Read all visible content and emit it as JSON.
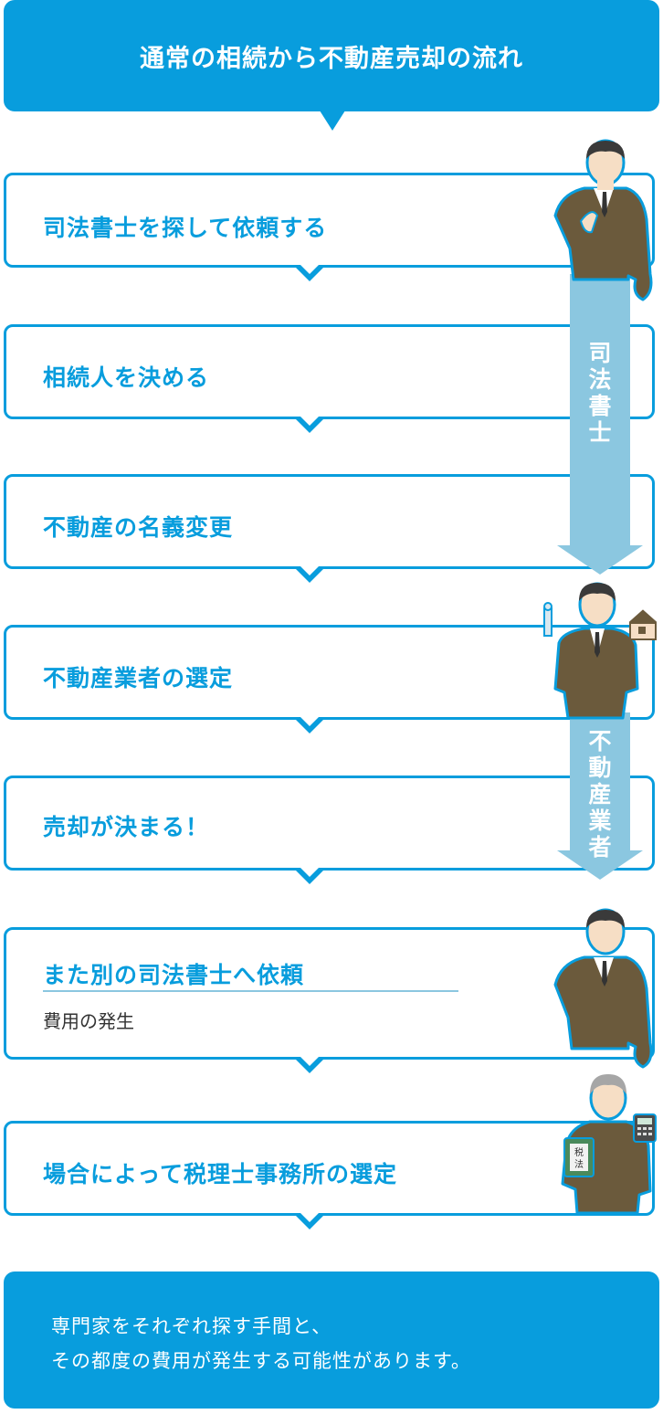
{
  "header": {
    "title": "通常の相続から不動産売却の流れ"
  },
  "steps": [
    {
      "label": "司法書士を探して依頼する"
    },
    {
      "label": "相続人を決める"
    },
    {
      "label": "不動産の名義変更"
    },
    {
      "label": "不動産業者の選定"
    },
    {
      "label": "売却が決まる！"
    },
    {
      "label": "また別の司法書士へ依頼",
      "sub": "費用の発生"
    },
    {
      "label": "場合によって税理士事務所の選定"
    }
  ],
  "arrows": {
    "shihoshoshi": {
      "label": "司法書士",
      "chars": [
        "司",
        "法",
        "書",
        "士"
      ]
    },
    "fudosan": {
      "label": "不動産業者",
      "chars": [
        "不",
        "動",
        "産",
        "業",
        "者"
      ]
    }
  },
  "book": {
    "chars": [
      "税",
      "法"
    ]
  },
  "footer": {
    "lines": [
      "専門家をそれぞれ探す手間と、",
      "その都度の費用が発生する可能性があります。"
    ]
  },
  "colors": {
    "primary": "#089ddd",
    "arrow": "#8bc7e0",
    "suit": "#6b5a3c",
    "skin": "#f6dec5",
    "hair": "#3a3a3a"
  }
}
